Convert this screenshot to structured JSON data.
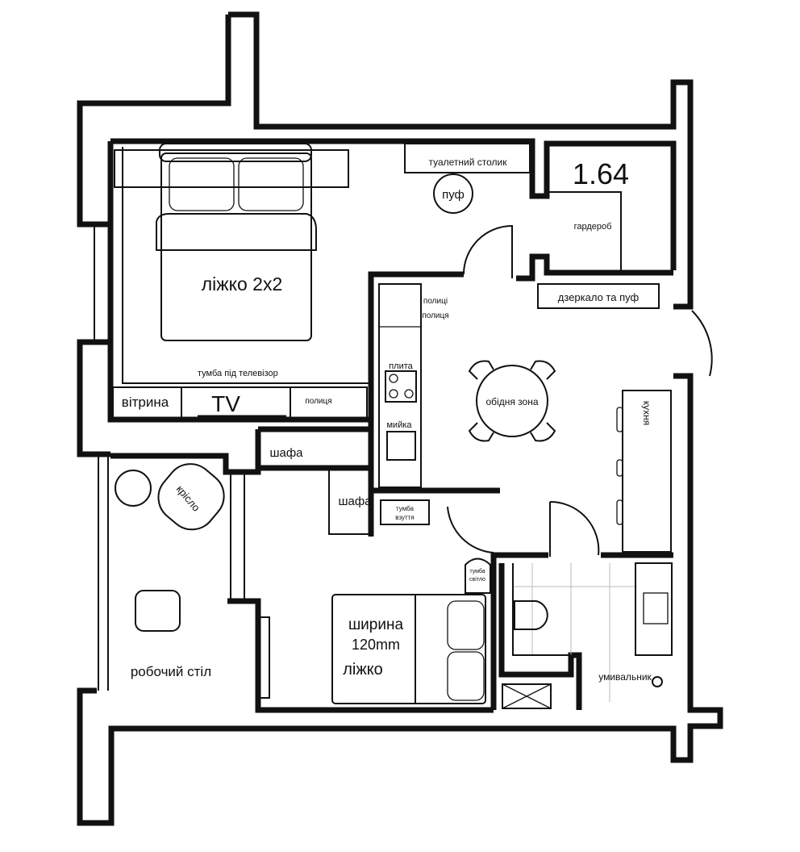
{
  "title_area": "1.64",
  "labels": {
    "bed_double": "ліжко 2x2",
    "dressing_table": "туалетний столик",
    "pouf": "пуф",
    "wardrobe_room": "гардероб",
    "mirror_pouf": "дзеркало та пуф",
    "shelves_1": "полиці",
    "shelves_2": "полиця",
    "tv_stand": "тумба під телевізор",
    "vitrina": "вітрина",
    "tv": "TV",
    "shelf_right": "полиця",
    "stove": "плита",
    "sink": "мийка",
    "dining": "обідня зона",
    "kitchen": "кухня",
    "wardrobe_1": "шафа",
    "wardrobe_2": "шафа",
    "shoe_cabinet_1": "тумба",
    "shoe_cabinet_2": "взуття",
    "armchair": "крісло",
    "desk": "робочий стіл",
    "bed_single_1": "ширина",
    "bed_single_2": "120mm",
    "bed_single_3": "ліжко",
    "nightstand_1": "тумба",
    "nightstand_2": "світло",
    "washbasin": "умивальник"
  }
}
